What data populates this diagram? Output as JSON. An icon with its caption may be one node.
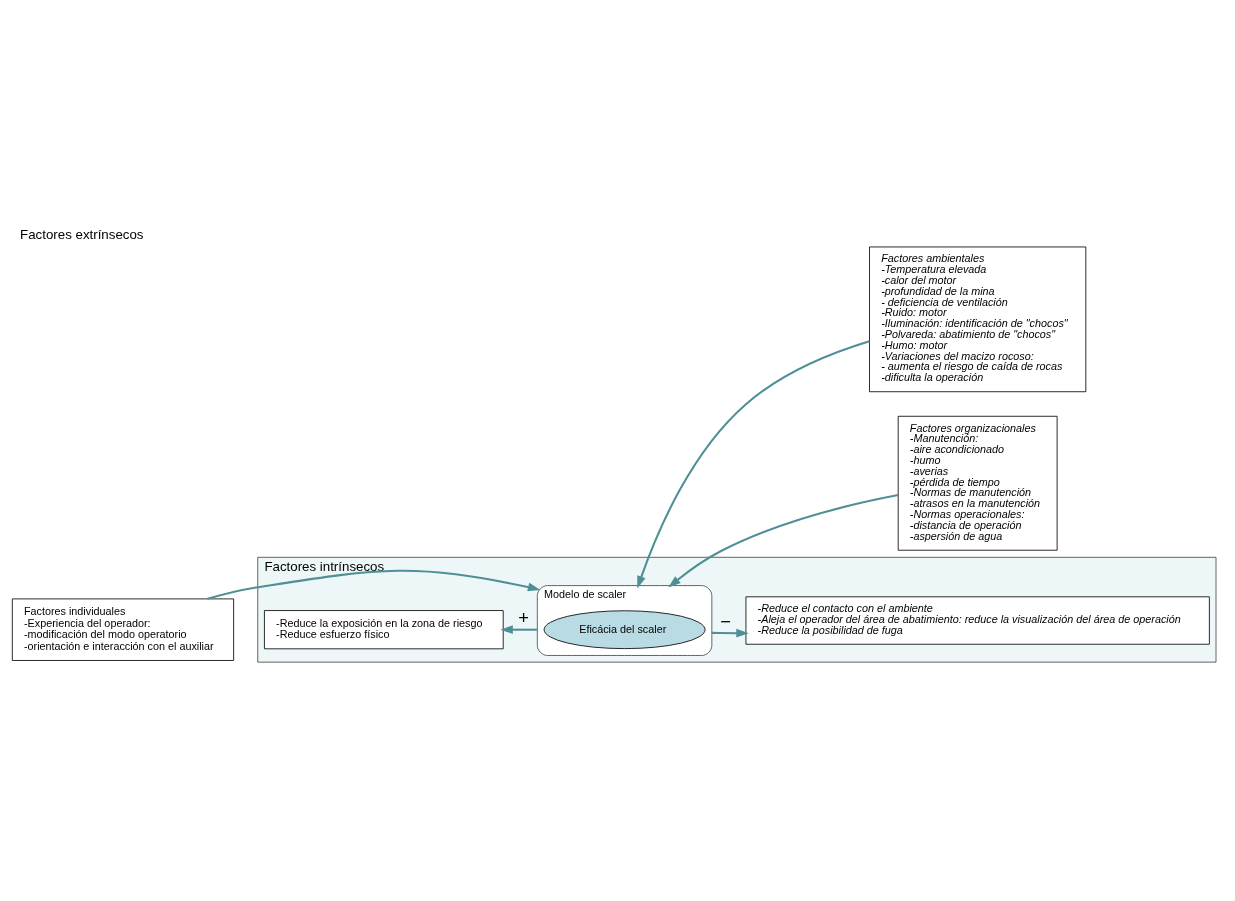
{
  "diagram": {
    "title": "Factores extrínsecos",
    "nodes": [
      {
        "text": [
          "Factores intrínsecos"
        ]
      },
      {
        "text": [
          "-Reduce la exposición en la zona de riesgo",
          "-Reduce esfuerzo físico"
        ],
        "in": 0
      },
      {
        "text": [
          "Modelo de scaler"
        ],
        "in": 0
      },
      {
        "text": [
          "Eficácia del scaler"
        ],
        "in": 2
      },
      {
        "text": [
          "-Reduce el contacto con el ambiente",
          "-Aleja el operador del área de abatimiento: reduce la visualización del área de operación",
          "-Reduce la posibilidad de fuga"
        ],
        "in": 0
      },
      {
        "text": [
          "Factores individuales",
          "-Experiencia del operador:",
          "-modificación del modo operatorio",
          "-orientación e interacción con el auxiliar"
        ]
      },
      {
        "text": [
          "Factores ambientales",
          "-Temperatura elevada",
          "-calor del motor",
          "-profundidad de la mina",
          "- deficiencia de ventilación",
          "-Ruido: motor",
          "-Iluminación: identificación de \"chocos\"",
          "-Polvareda: abatimiento de \"chocos\"",
          "-Humo: motor",
          "-Variaciones del macizo rocoso:",
          "- aumenta el riesgo de caída de rocas",
          "-dificulta la operación"
        ]
      },
      {
        "text": [
          "Factores organizacionales",
          "-Manutención:",
          "-aire acondicionado",
          "-humo",
          "-averias",
          "-pérdida de tiempo",
          "-Normas de manutención",
          "-atrasos en la manutención",
          "-Normas operacionales:",
          "-distancia de operación",
          "-aspersión de agua"
        ]
      }
    ],
    "edges": [
      {
        "from": 2,
        "to": 1,
        "arrow": "to",
        "label": "+"
      },
      {
        "from": 2,
        "to": 4,
        "arrow": "to",
        "label": "−"
      },
      {
        "from": 5,
        "to": 2,
        "arrow": "to"
      },
      {
        "from": 6,
        "to": 2,
        "arrow": "to"
      },
      {
        "from": 7,
        "to": 2,
        "arrow": "to"
      }
    ]
  }
}
